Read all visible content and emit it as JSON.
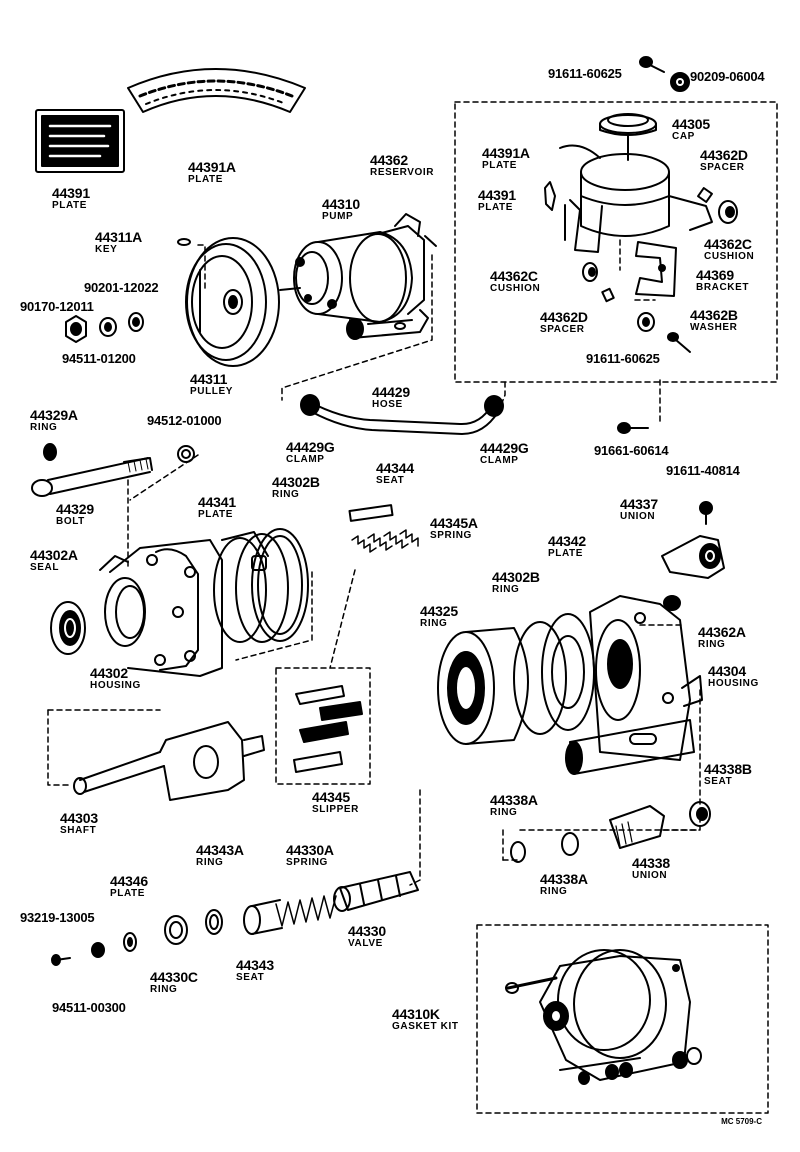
{
  "diagram_code": "MC 5709-C",
  "ink_color": "#000000",
  "paper_color": "#ffffff",
  "parts": [
    {
      "id": "p44391",
      "number": "44391",
      "name": "PLATE"
    },
    {
      "id": "p44391a_top",
      "number": "44391A",
      "name": "PLATE"
    },
    {
      "id": "p44311a",
      "number": "44311A",
      "name": "KEY"
    },
    {
      "id": "p44310",
      "number": "44310",
      "name": "PUMP"
    },
    {
      "id": "p90201",
      "number": "90201-12022",
      "name": ""
    },
    {
      "id": "p90170",
      "number": "90170-12011",
      "name": ""
    },
    {
      "id": "p94511_01200",
      "number": "94511-01200",
      "name": ""
    },
    {
      "id": "p44311",
      "number": "44311",
      "name": "PULLEY"
    },
    {
      "id": "p44362",
      "number": "44362",
      "name": "RESERVOIR"
    },
    {
      "id": "p91611_60625_top",
      "number": "91611-60625",
      "name": ""
    },
    {
      "id": "p90209",
      "number": "90209-06004",
      "name": ""
    },
    {
      "id": "p44305",
      "number": "44305",
      "name": "CAP"
    },
    {
      "id": "p44391a_res",
      "number": "44391A",
      "name": "PLATE"
    },
    {
      "id": "p44362d_top",
      "number": "44362D",
      "name": "SPACER"
    },
    {
      "id": "p44391_res",
      "number": "44391",
      "name": "PLATE"
    },
    {
      "id": "p44362c_right",
      "number": "44362C",
      "name": "CUSHION"
    },
    {
      "id": "p44362c_left",
      "number": "44362C",
      "name": "CUSHION"
    },
    {
      "id": "p44369",
      "number": "44369",
      "name": "BRACKET"
    },
    {
      "id": "p44362d_bot",
      "number": "44362D",
      "name": "SPACER"
    },
    {
      "id": "p44362b",
      "number": "44362B",
      "name": "WASHER"
    },
    {
      "id": "p91611_60625_bot",
      "number": "91611-60625",
      "name": ""
    },
    {
      "id": "p44429",
      "number": "44429",
      "name": "HOSE"
    },
    {
      "id": "p44429g_left",
      "number": "44429G",
      "name": "CLAMP"
    },
    {
      "id": "p44429g_right",
      "number": "44429G",
      "name": "CLAMP"
    },
    {
      "id": "p91661",
      "number": "91661-60614",
      "name": ""
    },
    {
      "id": "p44329a",
      "number": "44329A",
      "name": "RING"
    },
    {
      "id": "p94512",
      "number": "94512-01000",
      "name": ""
    },
    {
      "id": "p44329",
      "number": "44329",
      "name": "BOLT"
    },
    {
      "id": "p44344",
      "number": "44344",
      "name": "SEAT"
    },
    {
      "id": "p91611_40814",
      "number": "91611-40814",
      "name": ""
    },
    {
      "id": "p44341",
      "number": "44341",
      "name": "PLATE"
    },
    {
      "id": "p44302b_top",
      "number": "44302B",
      "name": "RING"
    },
    {
      "id": "p44345a",
      "number": "44345A",
      "name": "SPRING"
    },
    {
      "id": "p44337",
      "number": "44337",
      "name": "UNION"
    },
    {
      "id": "p44302a",
      "number": "44302A",
      "name": "SEAL"
    },
    {
      "id": "p44342",
      "number": "44342",
      "name": "PLATE"
    },
    {
      "id": "p44302b_mid",
      "number": "44302B",
      "name": "RING"
    },
    {
      "id": "p44325",
      "number": "44325",
      "name": "RING"
    },
    {
      "id": "p44362a",
      "number": "44362A",
      "name": "RING"
    },
    {
      "id": "p44302",
      "number": "44302",
      "name": "HOUSING"
    },
    {
      "id": "p44304",
      "number": "44304",
      "name": "HOUSING"
    },
    {
      "id": "p44345",
      "number": "44345",
      "name": "SLIPPER"
    },
    {
      "id": "p44338b",
      "number": "44338B",
      "name": "SEAT"
    },
    {
      "id": "p44303",
      "number": "44303",
      "name": "SHAFT"
    },
    {
      "id": "p44338a_top",
      "number": "44338A",
      "name": "RING"
    },
    {
      "id": "p44343a",
      "number": "44343A",
      "name": "RING"
    },
    {
      "id": "p44330a",
      "number": "44330A",
      "name": "SPRING"
    },
    {
      "id": "p44346",
      "number": "44346",
      "name": "PLATE"
    },
    {
      "id": "p44338",
      "number": "44338",
      "name": "UNION"
    },
    {
      "id": "p44338a_bot",
      "number": "44338A",
      "name": "RING"
    },
    {
      "id": "p93219",
      "number": "93219-13005",
      "name": ""
    },
    {
      "id": "p44330",
      "number": "44330",
      "name": "VALVE"
    },
    {
      "id": "p44343",
      "number": "44343",
      "name": "SEAT"
    },
    {
      "id": "p44330c",
      "number": "44330C",
      "name": "RING"
    },
    {
      "id": "p44310k",
      "number": "44310K",
      "name": "GASKET KIT"
    },
    {
      "id": "p94511_00300",
      "number": "94511-00300",
      "name": ""
    }
  ]
}
